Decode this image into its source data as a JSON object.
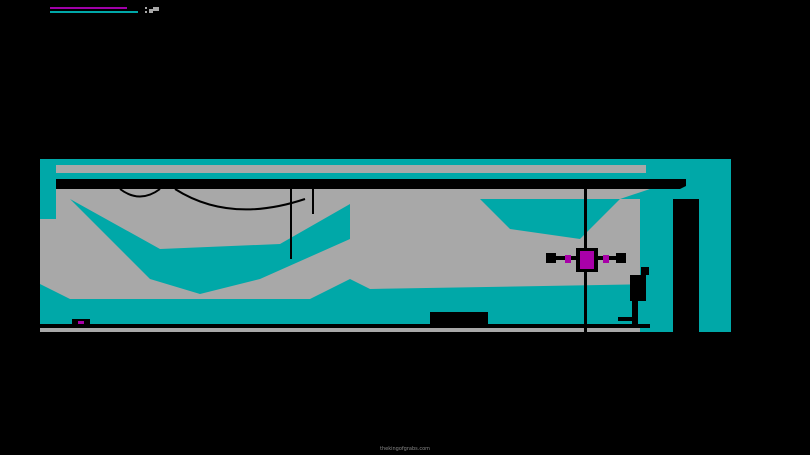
{
  "hud": {
    "health_fraction": 0.88,
    "energy_fraction": 1.0,
    "health_color": "#a000a8",
    "energy_color": "#00a8a8",
    "item_icon": "key-icon"
  },
  "scene": {
    "palette": {
      "cyan": "#00a8a8",
      "grey": "#a8a8a8",
      "black": "#000000",
      "magenta": "#a800a8"
    }
  },
  "footer": {
    "credit": "thekingofgrabs.com"
  }
}
